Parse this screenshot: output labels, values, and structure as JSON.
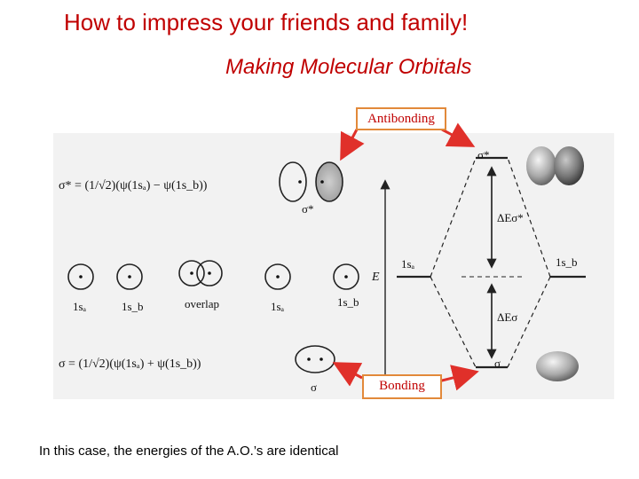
{
  "slide": {
    "title": "How to impress your friends and family!",
    "subtitle": "Making Molecular Orbitals",
    "antibonding_label": "Antibonding",
    "bonding_label": "Bonding",
    "caption": "In this case, the energies of the A.O.’s are identical",
    "accent_color": "#c00000",
    "arrow_color": "#e0302a",
    "tag_border_color": "#e2893a"
  },
  "figure": {
    "sigma_star_eq": "σ* = (1/√2)(ψ(1sₐ) − ψ(1s_b))",
    "sigma_eq": "σ = (1/√2)(ψ(1sₐ) + ψ(1s_b))",
    "sigma_star_label": "σ*",
    "sigma_label": "σ",
    "ao_label_a": "1sₐ",
    "ao_label_b": "1s_b",
    "overlap_label": "overlap",
    "energy_axis_label": "E",
    "diagram_sigma_star": "σ*",
    "diagram_sigma": "σ",
    "diagram_1sa": "1sₐ",
    "diagram_1sb": "1s_b",
    "delta_e_star": "ΔEσ*",
    "delta_e": "ΔEσ"
  }
}
